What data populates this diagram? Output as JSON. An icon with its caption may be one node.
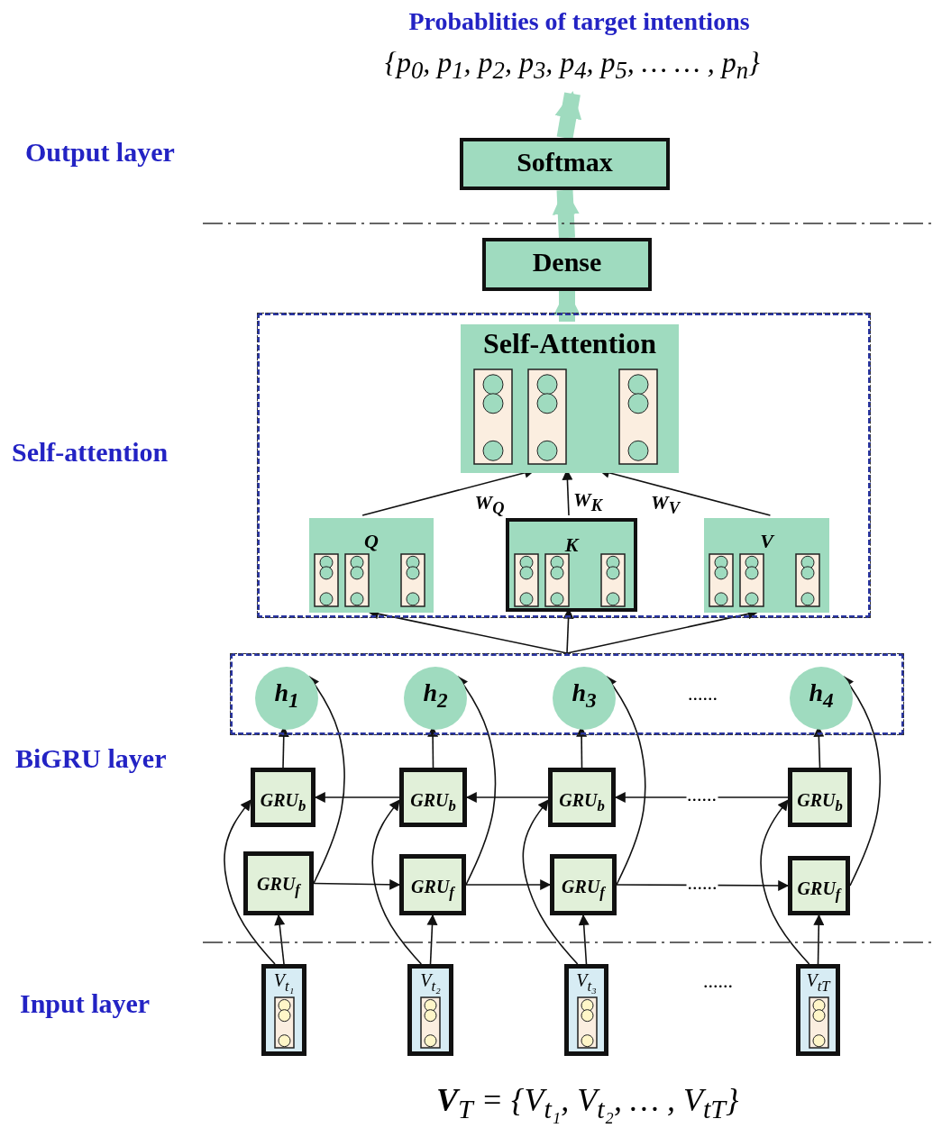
{
  "diagram": {
    "title": "Probablities of target intentions",
    "nodes": [
      {
        "text": [
          "{p$_{0}$, p$_{1}$, p$_{2}$, p$_{3}$, p$_{4}$, p$_{5}$, … … , p$_{n}$}"
        ]
      },
      {
        "text": [
          "Softmax"
        ]
      },
      {
        "text": [
          "Dense"
        ]
      },
      {
        "text": [],
        "shape": "box"
      },
      {
        "text": [
          "Self-Attention"
        ],
        "in": 3
      },
      {
        "text": [
          "Q"
        ],
        "in": 3
      },
      {
        "text": [
          "K"
        ],
        "in": 3
      },
      {
        "text": [
          "V"
        ],
        "in": 3
      },
      {
        "text": [],
        "shape": "box"
      },
      {
        "text": [
          "h$_{1}$"
        ],
        "in": 8
      },
      {
        "text": [
          "h$_{2}$"
        ],
        "in": 8
      },
      {
        "text": [
          "h$_{3}$"
        ],
        "in": 8
      },
      {
        "text": [
          "h$_{4}$"
        ],
        "in": 8
      },
      {
        "text": [
          "GRU$_{b}$"
        ]
      },
      {
        "text": [
          "GRU$_{b}$"
        ]
      },
      {
        "text": [
          "GRU$_{b}$"
        ]
      },
      {
        "text": [
          "GRU$_{b}$"
        ]
      },
      {
        "text": [
          "GRU$_{f}$"
        ]
      },
      {
        "text": [
          "GRU$_{f}$"
        ]
      },
      {
        "text": [
          "GRU$_{f}$"
        ]
      },
      {
        "text": [
          "GRU$_{f}$"
        ]
      },
      {
        "text": [
          "V$_{t₁}$"
        ]
      },
      {
        "text": [
          "V$_{t₂}$"
        ]
      },
      {
        "text": [
          "V$_{t₃}$"
        ]
      },
      {
        "text": [
          "V$_{tT}$"
        ]
      }
    ],
    "edges": [
      {
        "from": 1,
        "to": 0,
        "arrow": "to",
        "style": "thick",
        "color": "#9fdbbf"
      },
      {
        "from": 2,
        "to": 1,
        "arrow": "to",
        "style": "thick",
        "color": "#9fdbbf"
      },
      {
        "from": 4,
        "to": 2,
        "arrow": "to",
        "style": "thick",
        "color": "#9fdbbf"
      },
      {
        "from": 5,
        "to": 4,
        "arrow": "to",
        "label": "W$_{Q}$"
      },
      {
        "from": 6,
        "to": 4,
        "arrow": "to",
        "label": "W$_{K}$"
      },
      {
        "from": 7,
        "to": 4,
        "arrow": "to",
        "label": "W$_{V}$"
      },
      {
        "from": 8,
        "to": 5,
        "arrow": "to"
      },
      {
        "from": 8,
        "to": 6,
        "arrow": "to"
      },
      {
        "from": 8,
        "to": 7,
        "arrow": "to"
      },
      {
        "from": 13,
        "to": 9,
        "arrow": "to"
      },
      {
        "from": 14,
        "to": 10,
        "arrow": "to"
      },
      {
        "from": 15,
        "to": 11,
        "arrow": "to"
      },
      {
        "from": 16,
        "to": 12,
        "arrow": "to"
      },
      {
        "from": 17,
        "to": 9,
        "arrow": "to"
      },
      {
        "from": 18,
        "to": 10,
        "arrow": "to"
      },
      {
        "from": 19,
        "to": 11,
        "arrow": "to"
      },
      {
        "from": 20,
        "to": 12,
        "arrow": "to"
      },
      {
        "from": 17,
        "to": 18,
        "arrow": "to"
      },
      {
        "from": 18,
        "to": 19,
        "arrow": "to"
      },
      {
        "from": 19,
        "to": 20,
        "arrow": "to",
        "label": "......"
      },
      {
        "from": 14,
        "to": 13,
        "arrow": "to"
      },
      {
        "from": 15,
        "to": 14,
        "arrow": "to"
      },
      {
        "from": 16,
        "to": 15,
        "arrow": "to",
        "label": "......"
      },
      {
        "from": 21,
        "to": 17,
        "arrow": "to"
      },
      {
        "from": 22,
        "to": 18,
        "arrow": "to"
      },
      {
        "from": 23,
        "to": 19,
        "arrow": "to"
      },
      {
        "from": 24,
        "to": 20,
        "arrow": "to"
      },
      {
        "from": 21,
        "to": 13,
        "arrow": "to"
      },
      {
        "from": 22,
        "to": 14,
        "arrow": "to"
      },
      {
        "from": 23,
        "to": 15,
        "arrow": "to"
      },
      {
        "from": 24,
        "to": 16,
        "arrow": "to"
      }
    ],
    "labels": [
      "Output layer",
      "Self-attention",
      "BiGRU layer",
      "Input layer",
      "......",
      "......",
      "**V**$_{T}$ = {V$_{t₁}$, V$_{t₂}$, … , V$_{tT}$}"
    ]
  }
}
